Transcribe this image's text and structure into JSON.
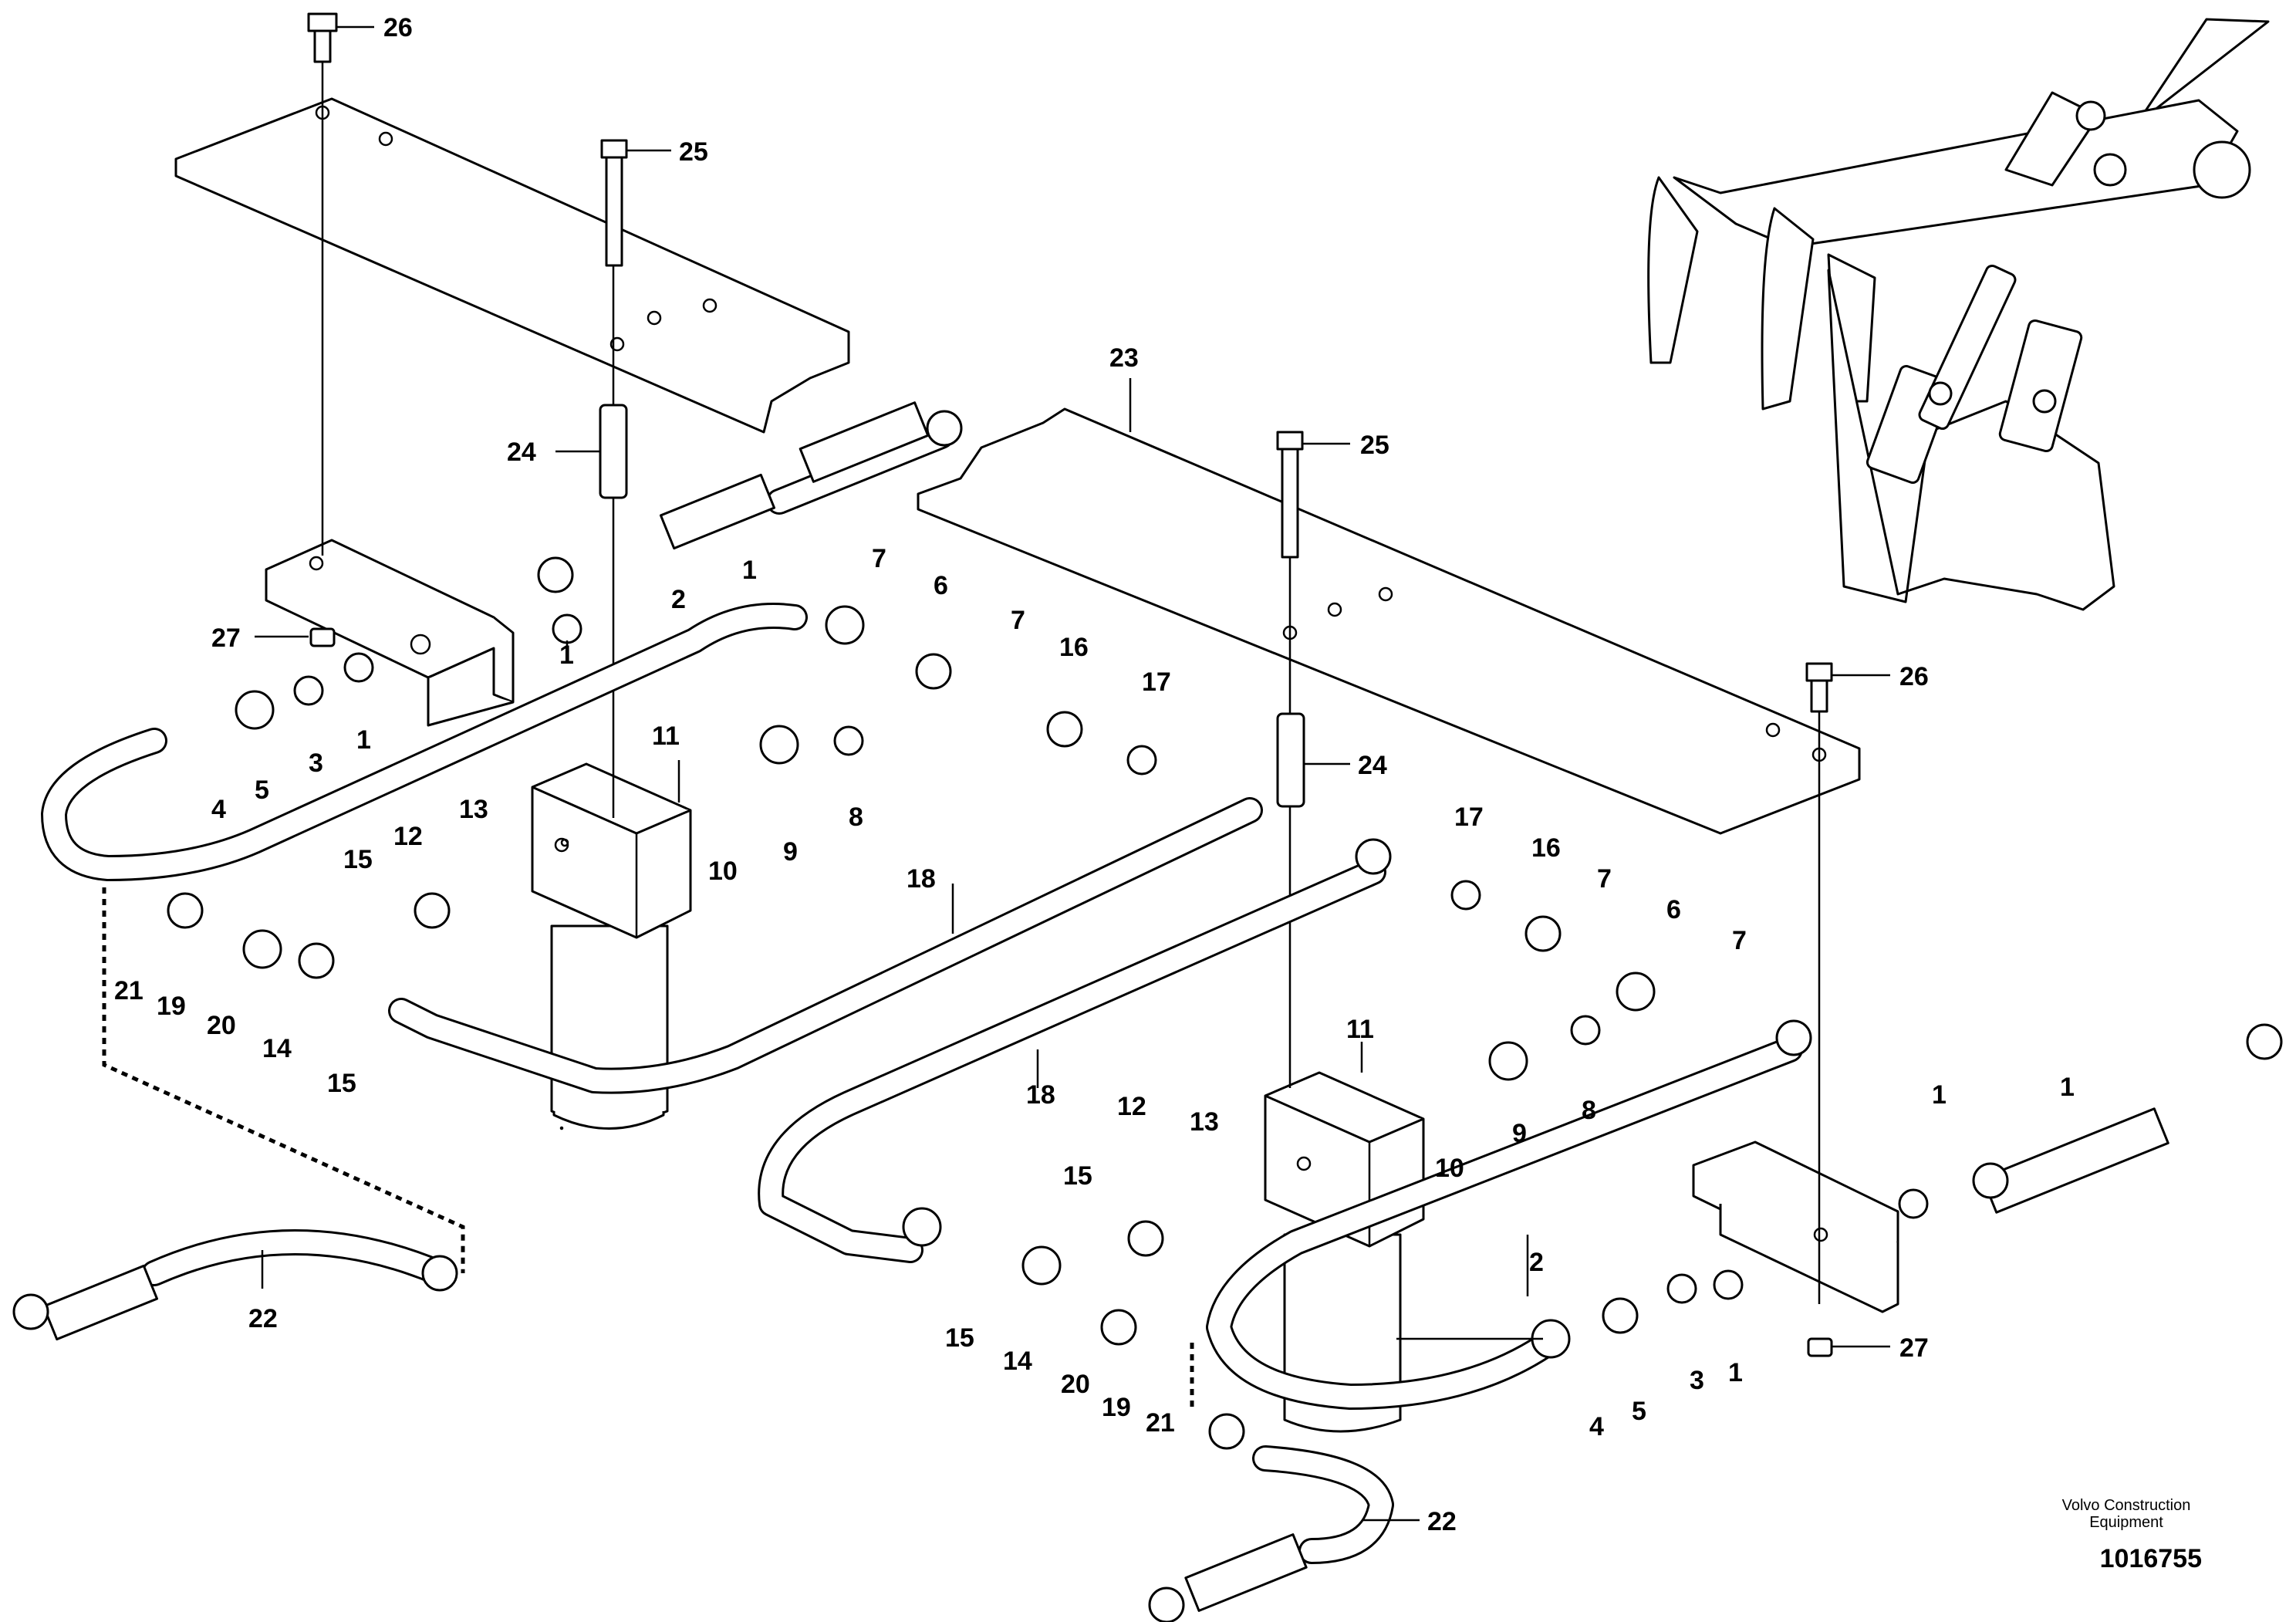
{
  "credit": {
    "line1": "Volvo Construction",
    "line2": "Equipment"
  },
  "drawing_number": "1016755",
  "callouts": [
    {
      "id": "c26a",
      "text": "26"
    },
    {
      "id": "c25a",
      "text": "25"
    },
    {
      "id": "c24a",
      "text": "24"
    },
    {
      "id": "c23",
      "text": "23"
    },
    {
      "id": "c25b",
      "text": "25"
    },
    {
      "id": "c26b",
      "text": "26"
    },
    {
      "id": "c24b",
      "text": "24"
    },
    {
      "id": "c27a",
      "text": "27"
    },
    {
      "id": "c27b",
      "text": "27"
    },
    {
      "id": "c1a",
      "text": "1"
    },
    {
      "id": "c1b",
      "text": "1"
    },
    {
      "id": "c1c",
      "text": "1"
    },
    {
      "id": "c1d",
      "text": "1"
    },
    {
      "id": "c1e",
      "text": "1"
    },
    {
      "id": "c1f",
      "text": "1"
    },
    {
      "id": "c2a",
      "text": "2"
    },
    {
      "id": "c2b",
      "text": "2"
    },
    {
      "id": "c3a",
      "text": "3"
    },
    {
      "id": "c3b",
      "text": "3"
    },
    {
      "id": "c4a",
      "text": "4"
    },
    {
      "id": "c4b",
      "text": "4"
    },
    {
      "id": "c5a",
      "text": "5"
    },
    {
      "id": "c5b",
      "text": "5"
    },
    {
      "id": "c6a",
      "text": "6"
    },
    {
      "id": "c6b",
      "text": "6"
    },
    {
      "id": "c7a",
      "text": "7"
    },
    {
      "id": "c7b",
      "text": "7"
    },
    {
      "id": "c7c",
      "text": "7"
    },
    {
      "id": "c7d",
      "text": "7"
    },
    {
      "id": "c8a",
      "text": "8"
    },
    {
      "id": "c8b",
      "text": "8"
    },
    {
      "id": "c9a",
      "text": "9"
    },
    {
      "id": "c9b",
      "text": "9"
    },
    {
      "id": "c10a",
      "text": "10"
    },
    {
      "id": "c10b",
      "text": "10"
    },
    {
      "id": "c11a",
      "text": "11"
    },
    {
      "id": "c11b",
      "text": "11"
    },
    {
      "id": "c12a",
      "text": "12"
    },
    {
      "id": "c12b",
      "text": "12"
    },
    {
      "id": "c13a",
      "text": "13"
    },
    {
      "id": "c13b",
      "text": "13"
    },
    {
      "id": "c14a",
      "text": "14"
    },
    {
      "id": "c14b",
      "text": "14"
    },
    {
      "id": "c15a",
      "text": "15"
    },
    {
      "id": "c15b",
      "text": "15"
    },
    {
      "id": "c15c",
      "text": "15"
    },
    {
      "id": "c15d",
      "text": "15"
    },
    {
      "id": "c16a",
      "text": "16"
    },
    {
      "id": "c16b",
      "text": "16"
    },
    {
      "id": "c17a",
      "text": "17"
    },
    {
      "id": "c17b",
      "text": "17"
    },
    {
      "id": "c18a",
      "text": "18"
    },
    {
      "id": "c18b",
      "text": "18"
    },
    {
      "id": "c19a",
      "text": "19"
    },
    {
      "id": "c19b",
      "text": "19"
    },
    {
      "id": "c20a",
      "text": "20"
    },
    {
      "id": "c20b",
      "text": "20"
    },
    {
      "id": "c21a",
      "text": "21"
    },
    {
      "id": "c21b",
      "text": "21"
    },
    {
      "id": "c22a",
      "text": "22"
    },
    {
      "id": "c22b",
      "text": "22"
    }
  ]
}
